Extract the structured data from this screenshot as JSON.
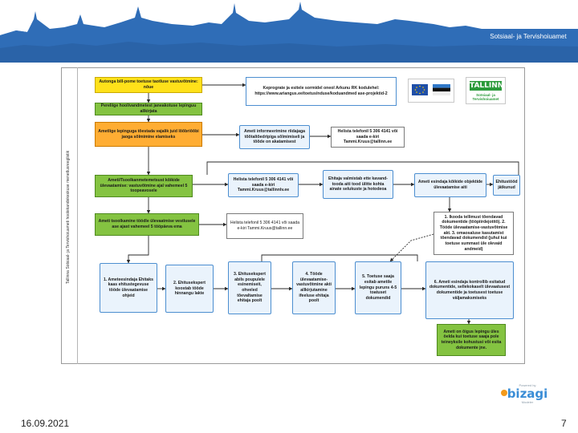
{
  "header": {
    "logo_word": "TALLINN",
    "logo_sub": "Sotsiaal- ja Tervishoiuamet"
  },
  "lane_label": "Tallinna Sotsiaal- ja Tervishoiuameti hoolekandekeskuse menetlusreeglistik",
  "nodes": {
    "yellow_top": "Autonga bill-pome toetuse taotluse vastuvõtmine: nõue",
    "green_1": "Pereliige hoolivandmetest janeakotuse lepinguu allkirjata",
    "orange_1": "Ametlige lepinguga tõestada vajalik juid lõõbriõõbi jaoga sõlmimine elamiseks",
    "green_2": "Ameti/Tsoolkanmetemetsust kõikide ülevaatamise: vastuvõtmine ajal vahemeel 5 toopeavosele",
    "green_3": "Ameti tsoolkamine töödle ülevaatmise vestlusele ase ajast vahemeel 5 tööpäeva ema",
    "green_4": "Ameti on õigus lepingu üles öelda kui toetuse saaja pole teineyksile kohustusi või esita dokumente jne.",
    "blue_info": "Keprograte ja esitele sormidel oneol Arkunu RK kodulehel: https://www.ariangus.ee/toetus/nduse/koduandmed ase-projektid-2",
    "blue_amet": "Ameti informeerimine riidajaga tõõtaltõedripiga sõlmimiseli ja tõõde on akatamisest",
    "white_phone_top": "Helista telefonil 5 306 4141 või saada e-kiri Tammi.Kruus@tallinn.ee",
    "blue_phone_1": "Helista telefonil 5 306 4141 või saada e-kiri Tammi.Kruus@tallinnlv.ee",
    "blue_check": "Ehitaja valmistab ette kavand-tooda aiti tood ülitte kohta ainate selukuste ja hotodeoa",
    "blue_amet_2": "Ameti esindaja kõikide objektide ülevaatamise aiti",
    "blue_done": "Ehitustööd jätkunud",
    "white_phone_2": "Helista telefonil 5 306 4141 või saada e-kiri Tammi.Kruus@tallinn.ee",
    "white_list": "1. Ikooda tellimust tõendavad dokumentide (tööpiirdejotitõ). 2. Tööde ülevaatamise-vastuvõtmise akt. 3. omaosaluse kasutamist tõendavad dokumendid (juhul kui toetuse summast üle olevaid andmeid)",
    "step_1": "1. Ameteesindaja Ehitaks kaas ehitustegevuse tööde ülevaatamise ohjeid",
    "step_2": "2. Ehitusekspert koostab tööde hinnangu lakte",
    "step_3": "3. Ehitusekspert abils poupulele esinemiseit, ohveled tõevaltamise ehitaja poolt",
    "step_4": "4. Tööde ülevaatamise-vastuvõtmine akti allkirjutamine ifeeluse ehitaja poolt",
    "step_5": "5. Toetuse saaja esitab ametile lepingu puruns 4-5 toatuset dokumendid",
    "step_6": "6. Ameti esindaja kontrollib esitatud dokumentide, sellekokaselt ülevaatusest dokumentide ja toetusest toetuse väljamaksmiseks"
  },
  "bizagi": {
    "pre": "Powered by",
    "word": "bizagi",
    "post": "Modeler"
  },
  "footer": {
    "date": "16.09.2021",
    "page": "7"
  },
  "colors": {
    "banner": "#2f6db7",
    "yellow": "#ffe11a",
    "green": "#84c341",
    "orange": "#ffad33",
    "blue_node": "#eaf3fc",
    "connector": "#2a2a2a"
  }
}
